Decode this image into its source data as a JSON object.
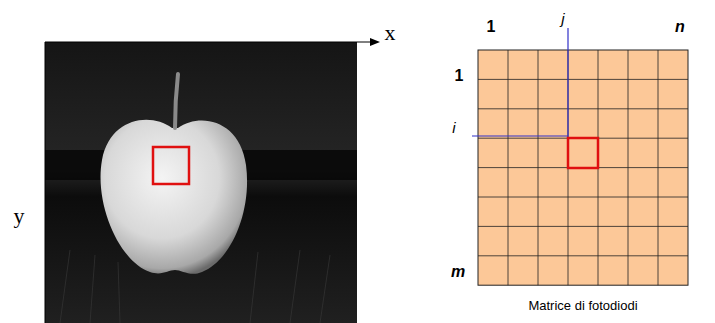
{
  "diagram": {
    "caption": "Matrice di fotodiodi",
    "labels": [
      "x",
      "y",
      "1",
      "j",
      "n",
      "1",
      "i",
      "m"
    ]
  }
}
